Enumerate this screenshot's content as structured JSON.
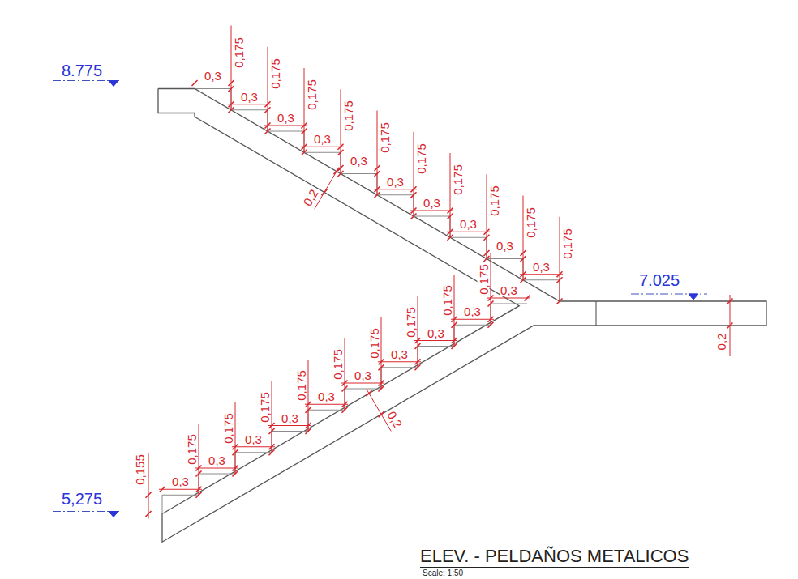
{
  "diagram": {
    "title": "ELEV. - PELDAÑOS METALICOS",
    "labels": [
      "8.775",
      "0,3",
      "0,3",
      "0,3",
      "0,3",
      "0,3",
      "0,3",
      "0,3",
      "0,3",
      "0,3",
      "0,3",
      "0,175",
      "0,175",
      "0,175",
      "0,175",
      "0,175",
      "0,175",
      "0,175",
      "0,175",
      "0,175",
      "0,175",
      "0,2",
      "7.025",
      "0,2",
      "5,275",
      "0,155",
      "0,175",
      "0,175",
      "0,175",
      "0,175",
      "0,175",
      "0,175",
      "0,175",
      "0,175",
      "0,175",
      "0,3",
      "0,3",
      "0,3",
      "0,3",
      "0,3",
      "0,3",
      "0,3",
      "0,3",
      "0,3",
      "0,3",
      "0,2",
      "Scale: 1:50"
    ]
  }
}
